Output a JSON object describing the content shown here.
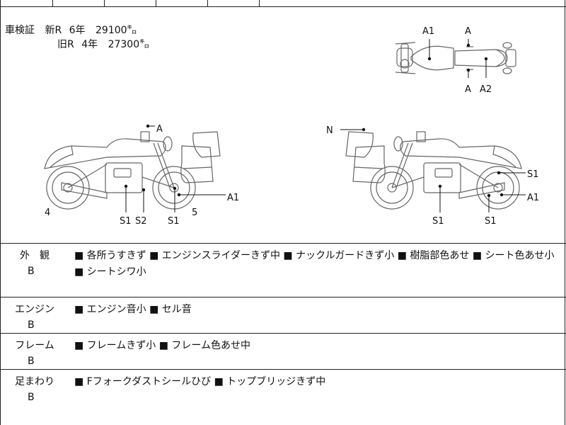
{
  "inspection": {
    "label": "車検証",
    "new_label": "新R",
    "new_years": "6年",
    "new_km": "29100㌔",
    "old_label": "旧R",
    "old_years": "4年",
    "old_km": "27300㌔"
  },
  "diagram_labels": {
    "top_A1": "A1",
    "top_A_upper": "A",
    "top_A_lower": "A",
    "top_A2": "A2",
    "left_A": "A",
    "left_S1_a": "S1",
    "left_S2": "S2",
    "left_S1_b": "S1",
    "left_A1": "A1",
    "left_num4": "4",
    "left_num5": "5",
    "right_N": "N",
    "right_S1_a": "S1",
    "right_S1_b": "S1",
    "right_S1_c": "S1",
    "right_A1": "A1"
  },
  "rows": [
    {
      "category": "外　観",
      "grade": "B",
      "notes": "■ 各所うすきず ■ エンジンスライダーきず中 ■ ナックルガードきず小 ■ 樹脂部色あせ ■ シート色あせ小 ■ シートシワ小"
    },
    {
      "category": "エンジン",
      "grade": "B",
      "notes": "■ エンジン音小 ■ セル音"
    },
    {
      "category": "フレーム",
      "grade": "B",
      "notes": "■ フレームきず小 ■ フレーム色あせ中"
    },
    {
      "category": "足まわり",
      "grade": "B",
      "notes": "■ Fフォークダストシールひび ■ トップブリッジきず中"
    }
  ]
}
